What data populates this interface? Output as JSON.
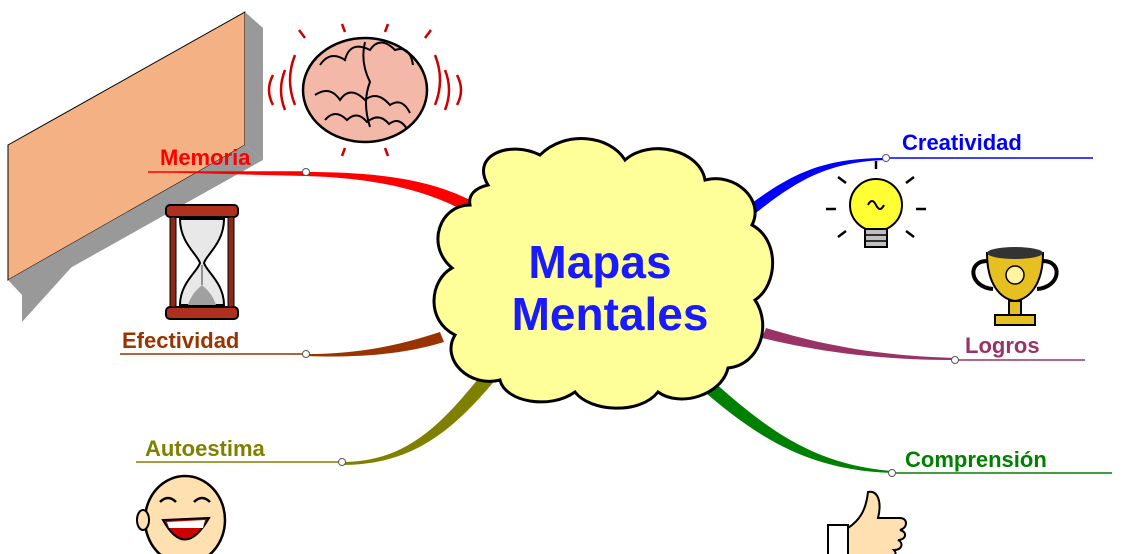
{
  "center": {
    "line1": "Mapas",
    "line2": "Mentales",
    "fill": "#ffff99",
    "text_color": "#1a1aff"
  },
  "branches": [
    {
      "id": "memoria",
      "label": "Memoria",
      "color": "#ff0000",
      "icon": "brain-icon"
    },
    {
      "id": "efectividad",
      "label": "Efectividad",
      "color": "#993300",
      "icon": "hourglass-icon"
    },
    {
      "id": "autoestima",
      "label": "Autoestima",
      "color": "#808000",
      "icon": "laughing-face-icon"
    },
    {
      "id": "creatividad",
      "label": "Creatividad",
      "color": "#0000ff",
      "icon": "lightbulb-icon"
    },
    {
      "id": "logros",
      "label": "Logros",
      "color": "#993366",
      "icon": "trophy-icon"
    },
    {
      "id": "comprension",
      "label": "Comprensión",
      "color": "#008000",
      "icon": "thumbs-up-icon"
    }
  ],
  "decoration": {
    "shape": "beveled-parallelogram",
    "color": "#f4b183",
    "shadow": "#999999"
  }
}
